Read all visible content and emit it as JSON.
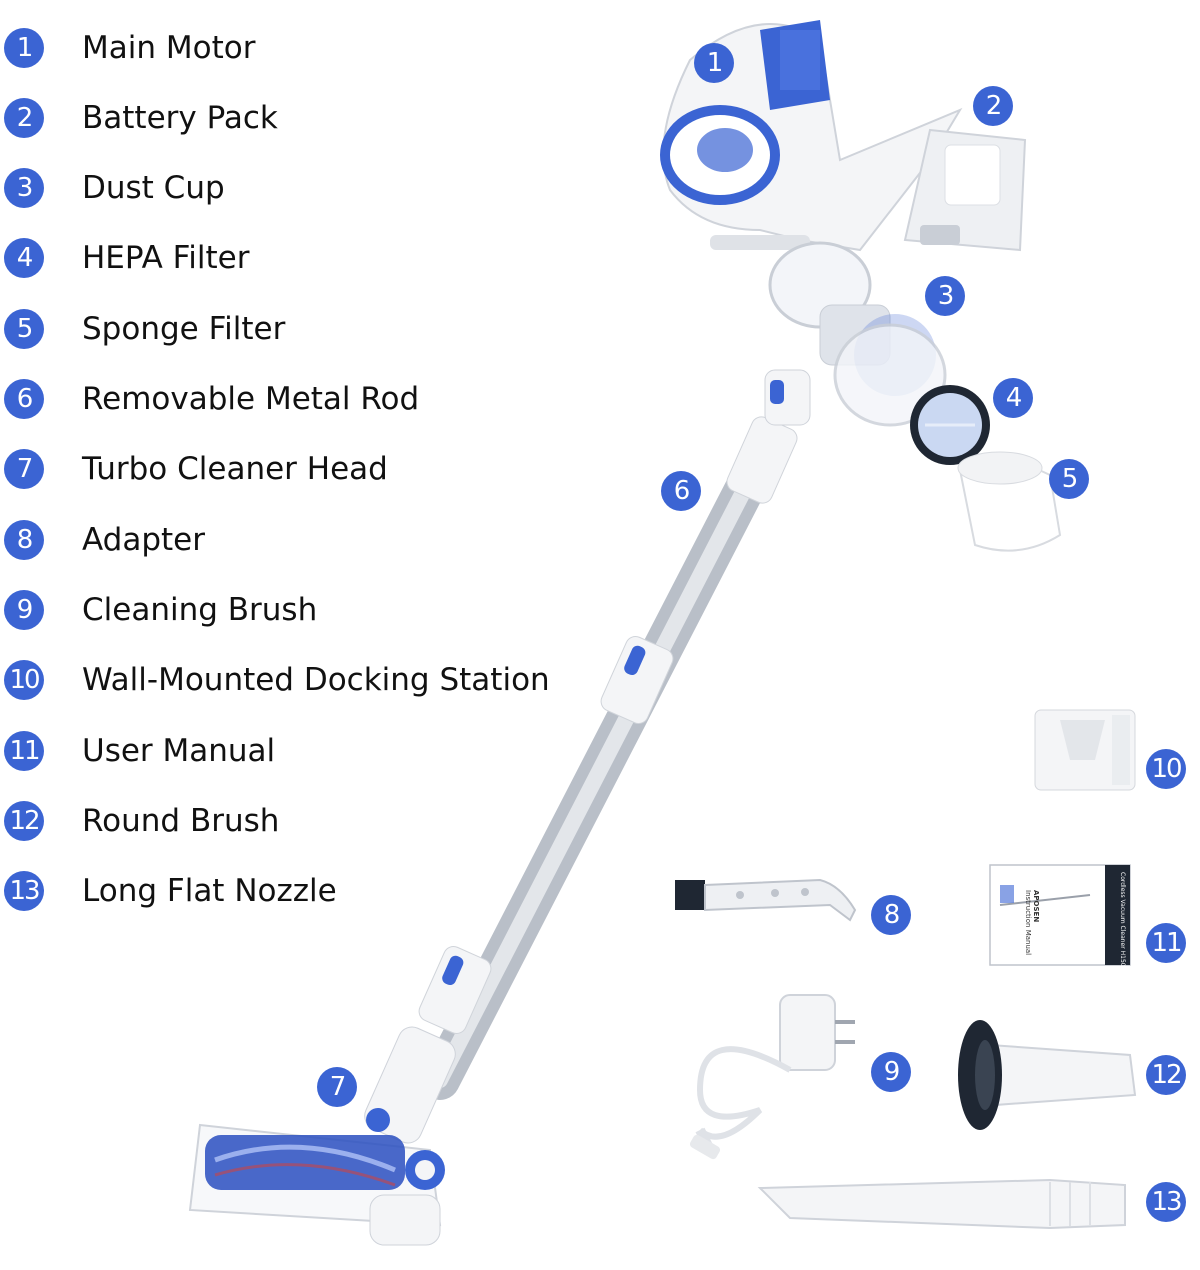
{
  "colors": {
    "accent": "#3b64d3",
    "metal": "#c9ced6",
    "white_part": "#f4f5f7",
    "dark_part": "#1f2733"
  },
  "legend": [
    {
      "num": "1",
      "label": "Main Motor"
    },
    {
      "num": "2",
      "label": "Battery Pack"
    },
    {
      "num": "3",
      "label": "Dust Cup"
    },
    {
      "num": "4",
      "label": "HEPA Filter"
    },
    {
      "num": "5",
      "label": "Sponge Filter"
    },
    {
      "num": "6",
      "label": "Removable Metal Rod"
    },
    {
      "num": "7",
      "label": "Turbo Cleaner Head"
    },
    {
      "num": "8",
      "label": "Adapter"
    },
    {
      "num": "9",
      "label": "Cleaning Brush"
    },
    {
      "num": "10",
      "label": "Wall-Mounted Docking Station"
    },
    {
      "num": "11",
      "label": "User Manual"
    },
    {
      "num": "12",
      "label": "Round Brush"
    },
    {
      "num": "13",
      "label": "Long Flat Nozzle"
    }
  ],
  "callouts": [
    "1",
    "2",
    "3",
    "4",
    "5",
    "6",
    "7",
    "8",
    "9",
    "10",
    "11",
    "12",
    "13"
  ],
  "manual": {
    "brand": "APOSEN",
    "line1": "Instruction Manual",
    "line2": "Cordless Vacuum Cleaner H150"
  }
}
